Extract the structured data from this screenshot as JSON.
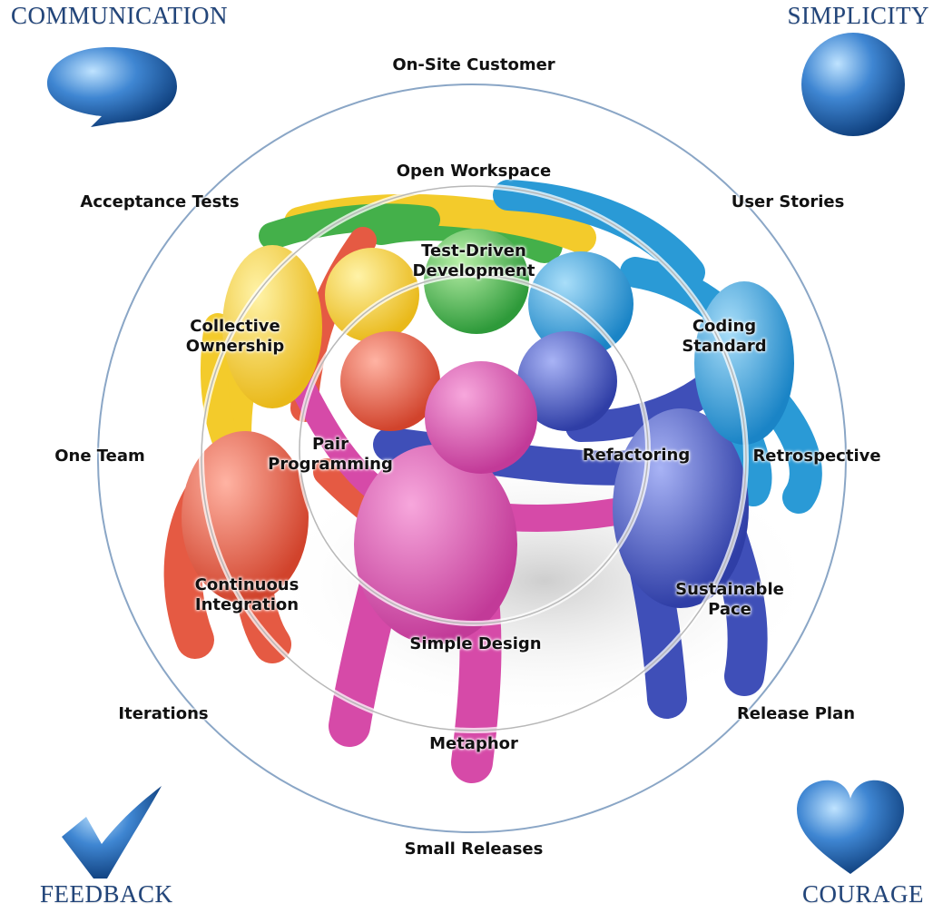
{
  "values": {
    "communication": "COMMUNICATION",
    "simplicity": "SIMPLICITY",
    "feedback": "FEEDBACK",
    "courage": "COURAGE"
  },
  "outer_ring": {
    "on_site_customer": "On-Site Customer",
    "acceptance_tests": "Acceptance Tests",
    "user_stories": "User Stories",
    "one_team": "One Team",
    "retrospective": "Retrospective",
    "iterations": "Iterations",
    "release_plan": "Release Plan",
    "small_releases": "Small Releases"
  },
  "middle_ring": {
    "open_workspace": "Open Workspace",
    "collective_ownership": "Collective\nOwnership",
    "coding_standard": "Coding\nStandard",
    "continuous_integration": "Continuous\nIntegration",
    "sustainable_pace": "Sustainable\nPace",
    "metaphor": "Metaphor"
  },
  "inner_ring": {
    "test_driven_development": "Test-Driven\nDevelopment",
    "pair_programming": "Pair\nProgramming",
    "refactoring": "Refactoring",
    "simple_design": "Simple Design"
  },
  "colors": {
    "value_text": "#22457a",
    "icon_blue": "#1d5fa8",
    "ring": "#8aa6c6",
    "figure_red": "#e55a43",
    "figure_yellow": "#f3cb2b",
    "figure_green": "#44b04a",
    "figure_cyan": "#2a9ad6",
    "figure_blue": "#3f4fb8",
    "figure_magenta": "#d64aa8"
  },
  "icons": {
    "communication": "speech-bubble-icon",
    "simplicity": "sphere-icon",
    "feedback": "checkmark-icon",
    "courage": "heart-icon"
  }
}
